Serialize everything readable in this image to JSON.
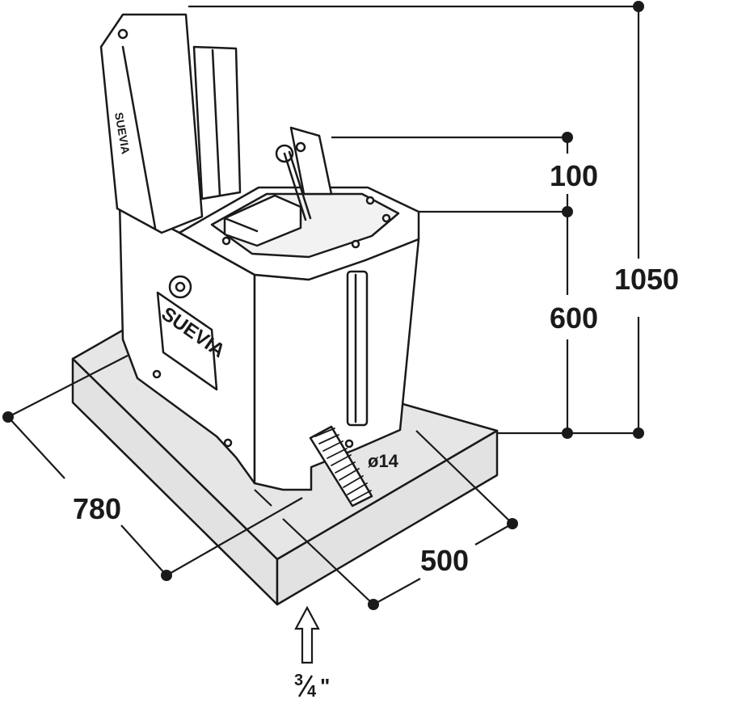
{
  "dimensions": {
    "total_height": "1050",
    "body_height": "600",
    "valve_height": "100",
    "length": "780",
    "width": "500",
    "drain_diameter": "ø14",
    "inlet_whole": "3",
    "inlet_den": "4",
    "inlet_mark": "\""
  },
  "labels": {
    "brand_front": "SUEVIA",
    "brand_lid": "SUEVIA"
  },
  "colors": {
    "outline": "#1a1a1a",
    "body": "#ffffff",
    "base": "#e6e6e6",
    "dark_shade": "#bdbdbd"
  }
}
